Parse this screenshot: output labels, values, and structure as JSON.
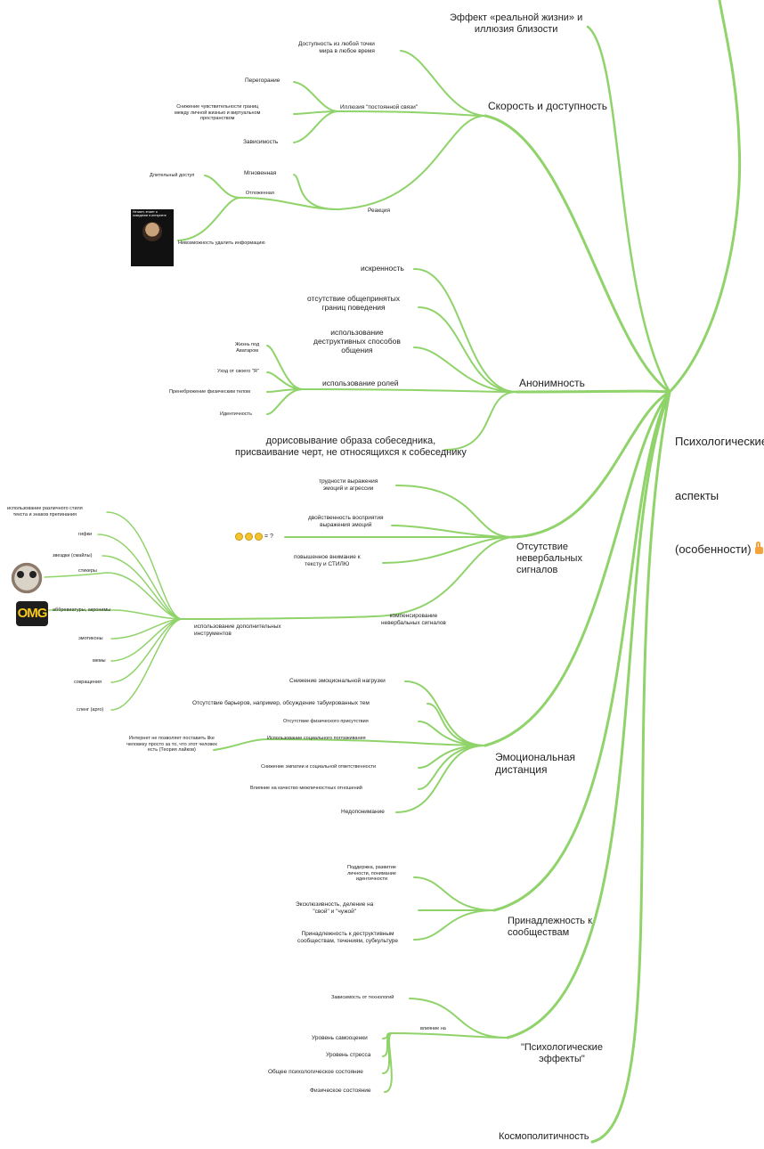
{
  "center": {
    "line1": "Психологические",
    "line2": "аспекты",
    "line3": "(особенности)"
  },
  "branches": {
    "effect": "Эффект «реальной жизни» и\nиллюзия близости",
    "speed": "Скорость и доступность",
    "anonymity": "Анонимность",
    "imagination": "дорисовывание образа собеседника,\nприсваивание черт, не относящихся к собеседнику",
    "nonverbal": "Отсутствие\nневербальных\nсигналов",
    "emotional": "Эмоциональная\nдистанция",
    "belonging": "Принадлежность к\nсообществам",
    "psy_effects": "\"Психологические\nэффекты\"",
    "cosmo": "Космополитичность"
  },
  "speed": {
    "access": "Доступность из любой точки\nмира в любое время",
    "illusion": "Иллюзия \"постоянной связи\"",
    "burnout": "Перегорание",
    "boundaries": "Снижение чувствительности границ\nмежду личной жизнью и виртуальном\nпространством",
    "addiction": "Зависимость",
    "reaction": "Реакция",
    "instant": "Мгновенная",
    "delayed": "Отложенная",
    "long_access": "Длительный доступ",
    "cant_delete": "Невозможность удалить информацию",
    "book_text": "Нетикет, этикет и поведение в интернете"
  },
  "anonymity": {
    "sincerity": "искренность",
    "no_bounds": "отсутствие общепринятых\nграниц поведения",
    "destructive": "использование\nдеструктивных способов\nобщения",
    "roles": "использование ролей",
    "avatar": "Жизнь под\nАватаром",
    "escape": "Уход от своего \"Я\"",
    "neglect": "Пренебрежение физическим телом",
    "identity": "Идентичность"
  },
  "nonverbal": {
    "emotion": "трудности выражения\nэмоций и агрессии",
    "ambivalence": "двойственность восприятия\nвыражения эмоций",
    "attention": "повышенное внимание к\nтексту и СТИЛЮ",
    "compensation": "компенсирование\nневербальных сигналов",
    "tools": "использование дополнительных\nинструментов",
    "styles": "использование различного стиля\nтекста и знаков препинания",
    "gifs": "гифки",
    "emoji": "звездки (смайлы)",
    "stickers": "стикеры",
    "abbr": "аббревиатуры, акронимы",
    "emoticons": "эмотиконы",
    "memes": "мемы",
    "short": "сокращения",
    "slang": "сленг (арго)",
    "omg": "OMG"
  },
  "emotional": {
    "stress": "Снижение эмоциональной нагрузки",
    "barriers": "Отсутствие барьеров, например, обсуждение табуированных тем",
    "presence": "Отсутствие физического присутствия",
    "social": "Использование социального поглаживания",
    "like": "Интернет не позволяет поставить like\nчеловеку просто за то, что этот человек\nесть (Теория лайков)",
    "empathy": "Снижение эмпатии и социальной ответственности",
    "quality": "Влияние на качество межличностных отношений",
    "misunderstand": "Недопонимание"
  },
  "belonging": {
    "support": "Поддержка, развитие\nличности, понимание\nидентичности",
    "exclusive": "Эксклюзивность, деление на\n\"свой\" и \"чужой\"",
    "destructive": "Принадлежность к деструктивным\nсообществам, течениям, субкультуре"
  },
  "psy_effects": {
    "tech": "Зависимость от технологий",
    "affects": "влияние на",
    "selfesteem": "Уровень самооценки",
    "stress": "Уровень стресса",
    "general": "Общее психологическое состояние",
    "physical": "Физическое состояние"
  },
  "colors": {
    "line": "#8fd36a",
    "lock": "#f3a33a"
  }
}
